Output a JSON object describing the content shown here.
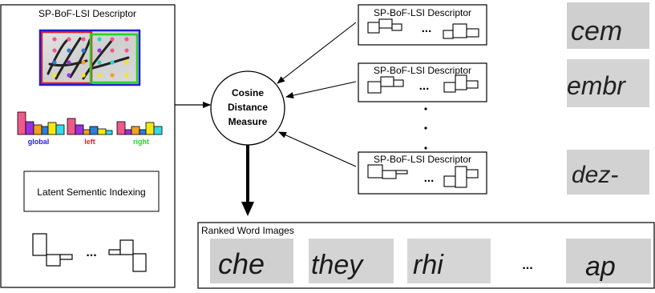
{
  "left_panel": {
    "title": "SP-BoF-LSI Descriptor",
    "histogram_labels": {
      "global": "global",
      "left": "left",
      "right": "right"
    },
    "lsi_label": "Latent Sementic Indexing",
    "ellipsis": "..."
  },
  "center": {
    "line1": "Cosine",
    "line2": "Distance",
    "line3": "Measure"
  },
  "descriptors": {
    "title": "SP-BoF-LSI Descriptor",
    "ellipsis": "...",
    "vertical_dots": [
      "·",
      "·",
      "·",
      "·"
    ]
  },
  "bottom": {
    "title": "Ranked Word Images",
    "ellipsis": "..."
  },
  "word_images": {
    "right_column": [
      "cem",
      "embr",
      "dez-"
    ],
    "ranked": [
      "che",
      "they",
      "rhi",
      "ap"
    ]
  },
  "colors": {
    "global": "#1f1fd0",
    "left": "#e0202a",
    "right": "#28d028",
    "hist_pink": "#ee5a8a",
    "hist_purple": "#9b30e0",
    "hist_orange": "#f5a020",
    "hist_yellow": "#f5e61a",
    "hist_cyan": "#38d8e6",
    "hist_blue": "#2d7fd8",
    "word_bg": "#d8d8d8",
    "ink": "#1a1a1a"
  }
}
